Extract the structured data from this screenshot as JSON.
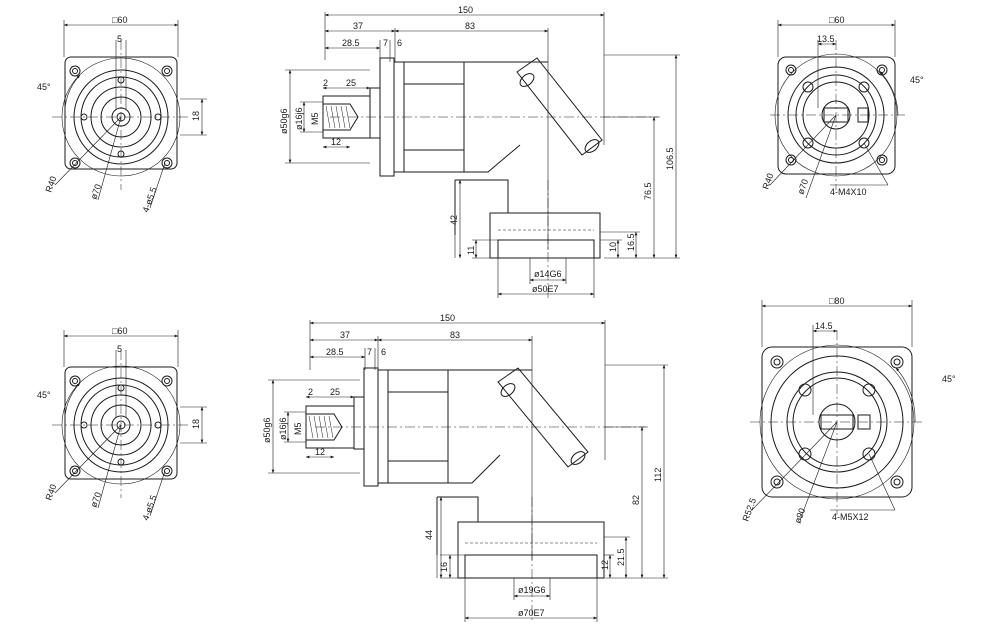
{
  "views": {
    "front_top": {
      "square": "□60",
      "offset": "5",
      "angle": "45°",
      "height": "18",
      "radius": "R40",
      "pcd": "ø70",
      "holes": "4-ø5.5"
    },
    "side_top": {
      "total": "150",
      "d37": "37",
      "d28": "28.5",
      "d7": "7",
      "d6": "6",
      "d83": "83",
      "d2": "2",
      "d25": "25",
      "d12": "12",
      "shaft_dia": "ø50g6",
      "key_dia": "ø16j6",
      "thread": "M5",
      "h106": "106.5",
      "h76": "76.5",
      "h42": "42",
      "h11": "11",
      "h10": "10",
      "h16": "16.5",
      "bore": "ø14G6",
      "pilot": "ø50E7"
    },
    "right_top": {
      "square": "□60",
      "offset": "13.5",
      "angle": "45°",
      "radius": "R40",
      "pcd": "ø70",
      "holes": "4-M4X10"
    },
    "front_bottom": {
      "square": "□60",
      "offset": "5",
      "angle": "45°",
      "height": "18",
      "radius": "R40",
      "pcd": "ø70",
      "holes": "4-ø5.5"
    },
    "side_bottom": {
      "total": "150",
      "d37": "37",
      "d28": "28.5",
      "d7": "7",
      "d6": "6",
      "d83": "83",
      "d2": "2",
      "d25": "25",
      "d12": "12",
      "shaft_dia": "ø50g6",
      "key_dia": "ø16j6",
      "thread": "M5",
      "h112": "112",
      "h82": "82",
      "h44": "44",
      "h16": "16",
      "h12": "12",
      "h21": "21.5",
      "bore": "ø19G6",
      "pilot": "ø70E7"
    },
    "right_bottom": {
      "square": "□80",
      "offset": "14.5",
      "angle": "45°",
      "radius": "R52.5",
      "pcd": "ø90",
      "holes": "4-M5X12"
    }
  }
}
